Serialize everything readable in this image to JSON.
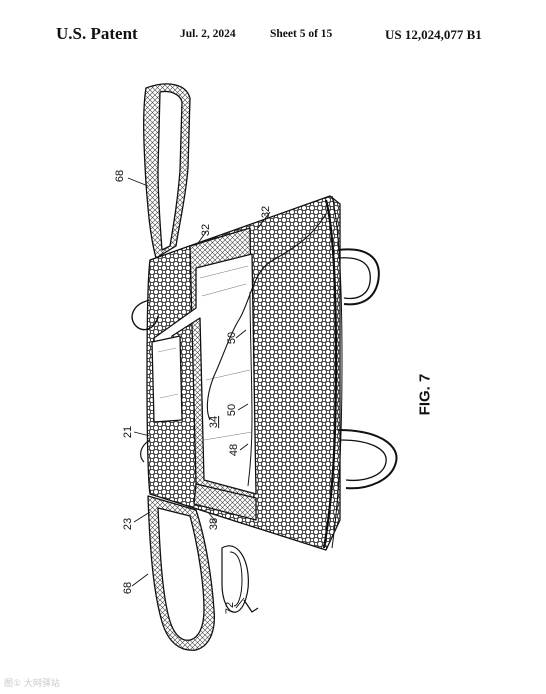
{
  "header": {
    "title": "U.S. Patent",
    "date": "Jul. 2, 2024",
    "sheet": "Sheet 5 of 15",
    "patent_number": "US 12,024,077 B1"
  },
  "figure": {
    "label": "FIG. 7",
    "refs": {
      "r68a": "68",
      "r32a": "32",
      "r32b": "32",
      "r50a": "50",
      "r50b": "50",
      "r34": "34",
      "r48": "48",
      "r21": "21",
      "r23": "23",
      "r38": "38",
      "r68b": "68",
      "r72": "72"
    }
  },
  "watermark": "图① 大网驿站"
}
